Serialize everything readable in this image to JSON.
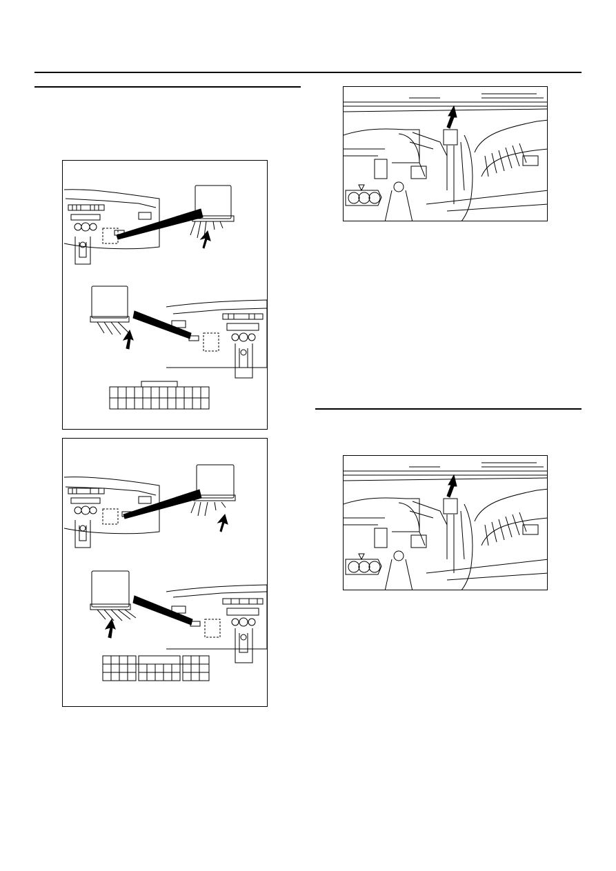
{
  "page": {
    "top_rule_color": "#000000",
    "sections": [
      {
        "id": "left-section",
        "heading": ""
      },
      {
        "id": "right-lower-section",
        "heading": ""
      }
    ]
  },
  "figures": [
    {
      "id": "ecu-connector-location-1",
      "icon": "dashboard-ecu-illustration"
    },
    {
      "id": "ecu-connector-location-2",
      "icon": "dashboard-ecu-illustration"
    },
    {
      "id": "engine-sensor-location-1",
      "icon": "engine-bay-illustration"
    },
    {
      "id": "engine-sensor-location-2",
      "icon": "engine-bay-illustration"
    }
  ]
}
